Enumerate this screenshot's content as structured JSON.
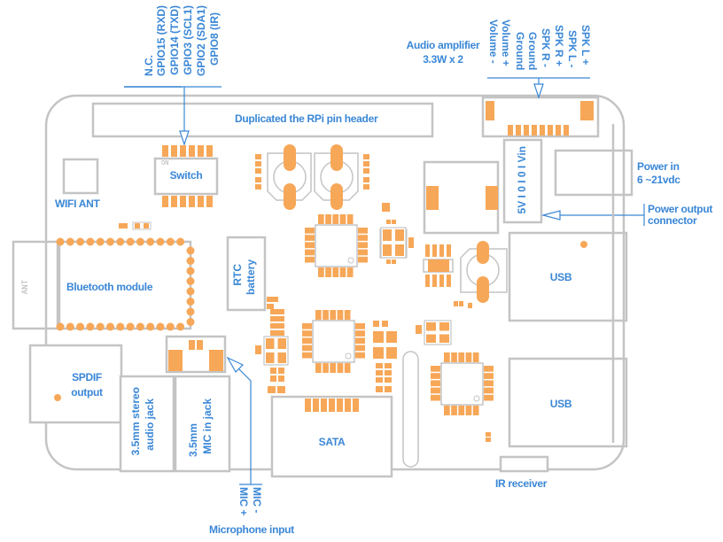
{
  "title": "Raspberry Pi expansion board layout",
  "colors": {
    "outline": "#c4c4c4",
    "pad": "#f7a758",
    "label": "#3a87d6",
    "pointer": "#3a87d6"
  },
  "gpio_pins": [
    "N.C.",
    "GPIO15 (RXD)",
    "GPIO14 (TXD)",
    "GPIO3 (SCL1)",
    "GPIO2 (SDA1)",
    "GPIO8 (IR)"
  ],
  "audio_amp": {
    "label_line1": "Audio amplifier",
    "label_line2": "3.3W x 2",
    "pins": [
      "Volume -",
      "Volume +",
      "Ground",
      "Ground",
      "SPK R -",
      "SPK R +",
      "SPK L -",
      "SPK L +"
    ]
  },
  "components": {
    "pin_header": "Duplicated the RPi pin header",
    "switch": "Switch",
    "switch_on": "ON",
    "wifi_ant": "WIFI ANT",
    "bluetooth": "Bluetooth module",
    "bt_ant": "ANT",
    "rtc_line1": "RTC",
    "rtc_line2": "battery",
    "power_connector_pins": "5V I 0 I 0 I Vin",
    "power_in_line1": "Power in",
    "power_in_line2": "6 ~21vdc",
    "power_out_line1": "Power output",
    "power_out_line2": "connector",
    "usb_top": "USB",
    "usb_bottom": "USB",
    "spdif_line1": "SPDIF",
    "spdif_line2": "output",
    "audio_jack_line1": "3.5mm stereo",
    "audio_jack_line2": "audio jack",
    "mic_jack_line1": "3.5mm",
    "mic_jack_line2": "MIC in jack",
    "sata": "SATA",
    "ir_receiver": "IR receiver",
    "mic_pins": [
      "MIC +",
      "MIC -"
    ],
    "mic_input": "Microphone input"
  }
}
